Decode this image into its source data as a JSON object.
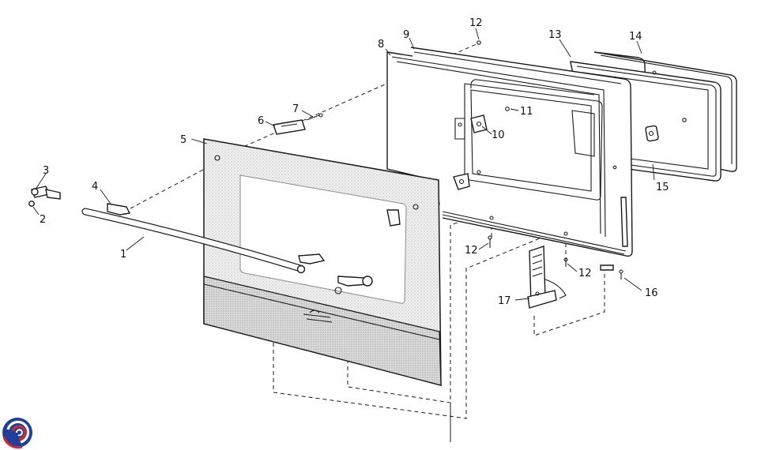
{
  "diagram": {
    "callouts": [
      "1",
      "2",
      "3",
      "4",
      "5",
      "6",
      "7",
      "8",
      "9",
      "10",
      "11",
      "12",
      "12",
      "12",
      "13",
      "14",
      "15",
      "16",
      "17"
    ],
    "logo_name": "brand-swirl-logo"
  },
  "colors": {
    "line": "#1a1a1a",
    "glass_panel": "#e9e9e9",
    "logo_blue": "#1f3f9a",
    "logo_red": "#d8262e"
  }
}
